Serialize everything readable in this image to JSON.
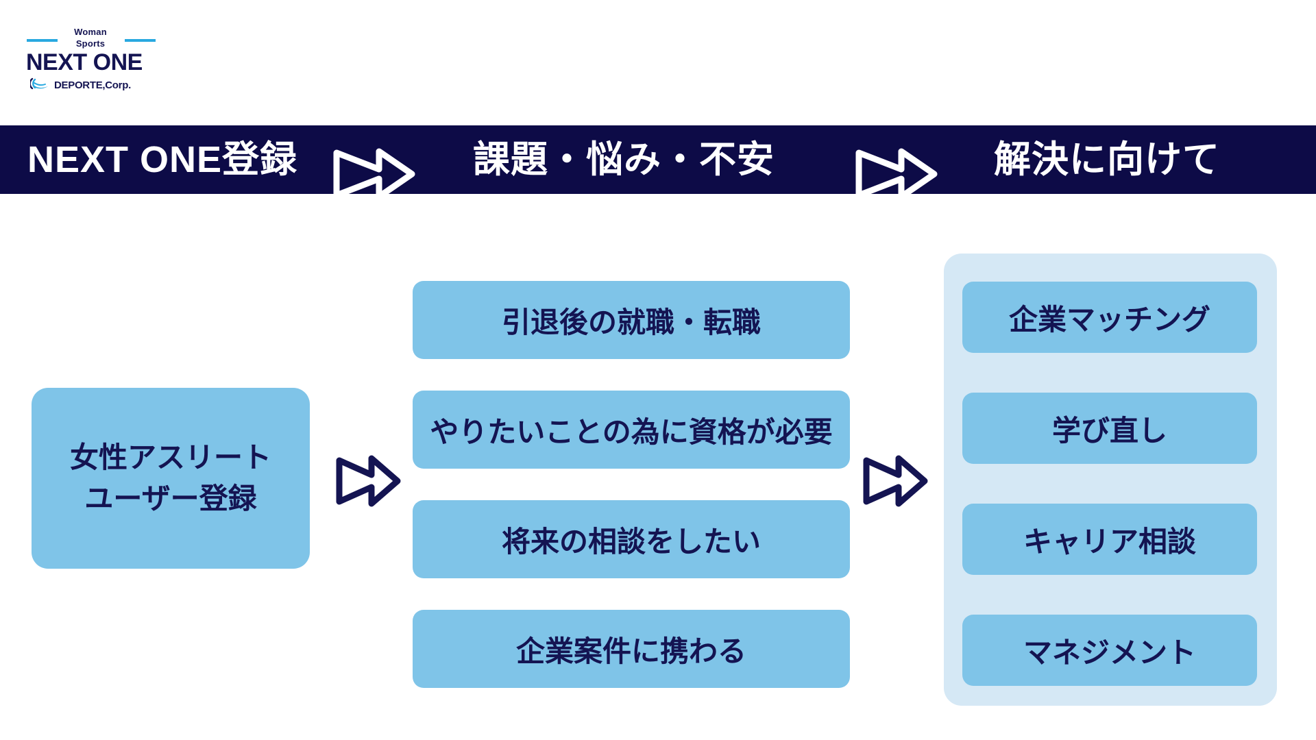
{
  "logo": {
    "tagline_line1": "Woman",
    "tagline_line2": "Sports",
    "brand": "NEXT ONE",
    "company": "DEPORTE,Corp.",
    "wave_icon": "wave-icon",
    "accent_color": "#29A9E0",
    "navy_color": "#141452"
  },
  "header": {
    "background_color": "#0D0B47",
    "text_color": "#FFFFFF",
    "steps": [
      {
        "label": "NEXT ONE登録"
      },
      {
        "label": "課題・悩み・不安"
      },
      {
        "label": "解決に向けて"
      }
    ],
    "arrows": [
      {
        "icon": "double-chevron-arrow-right-icon"
      },
      {
        "icon": "double-chevron-arrow-right-icon"
      }
    ]
  },
  "flow": {
    "box_color": "#7FC4E8",
    "panel_color": "#D5E8F5",
    "text_color": "#141452",
    "start": {
      "line1": "女性アスリート",
      "line2": "ユーザー登録"
    },
    "arrow_icons": [
      "double-chevron-arrow-right-icon",
      "double-chevron-arrow-right-icon"
    ],
    "issues": [
      {
        "label": "引退後の就職・転職"
      },
      {
        "label": "やりたいことの為に資格が必要"
      },
      {
        "label": "将来の相談をしたい"
      },
      {
        "label": "企業案件に携わる"
      }
    ],
    "solutions": [
      {
        "label": "企業マッチング"
      },
      {
        "label": "学び直し"
      },
      {
        "label": "キャリア相談"
      },
      {
        "label": "マネジメント"
      }
    ]
  }
}
